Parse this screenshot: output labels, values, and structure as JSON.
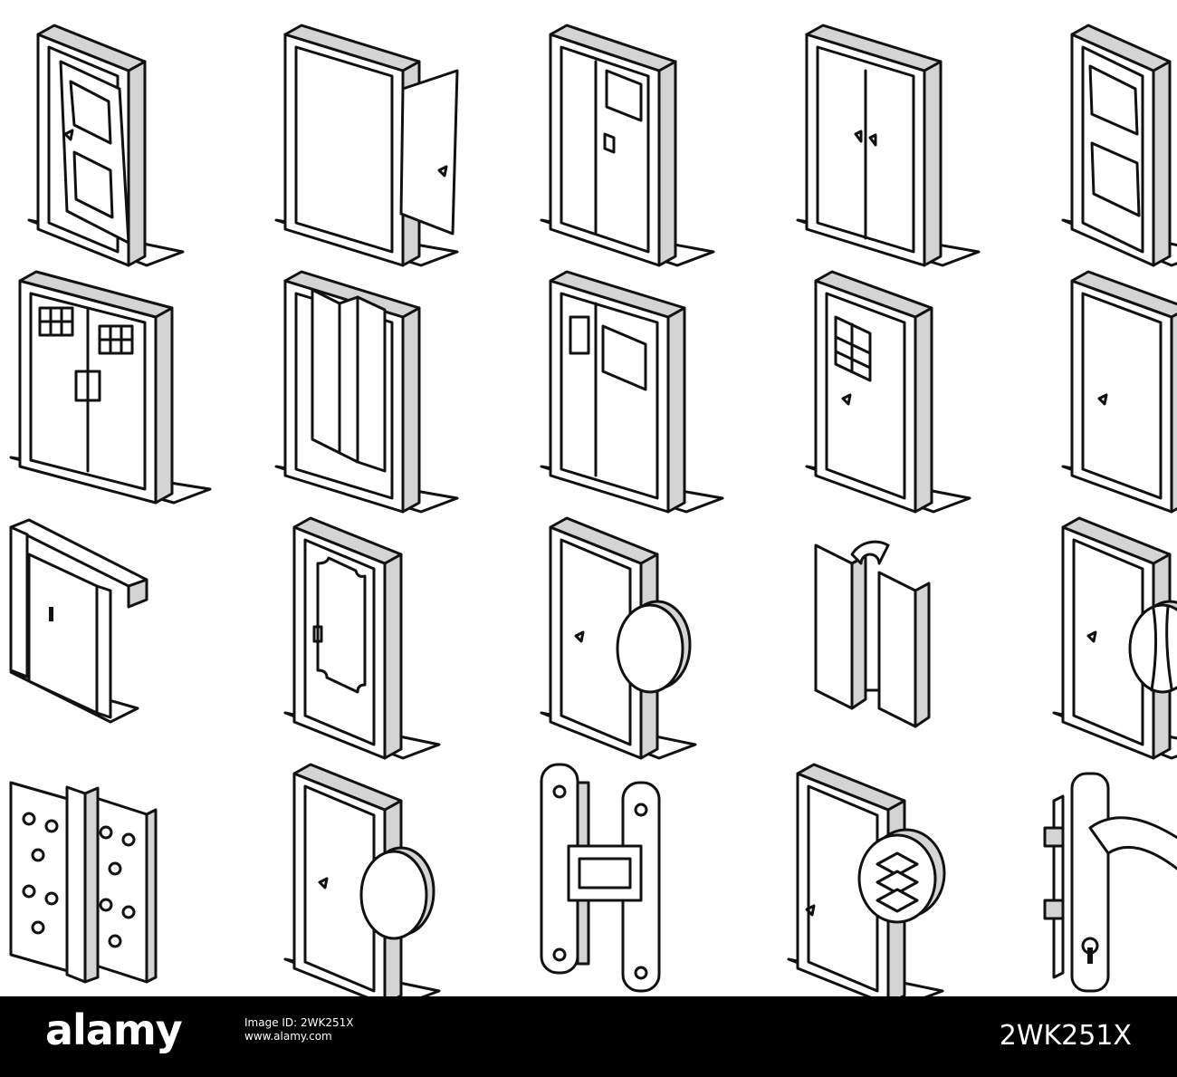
{
  "colors": {
    "background": "#ffffff",
    "line": "#111111",
    "side_fill": "#d4d4d4",
    "footer": "#000000",
    "footer_text": "#ffffff"
  },
  "icons": [
    {
      "name": "open-panel-door-icon"
    },
    {
      "name": "open-flat-door-icon"
    },
    {
      "name": "door-with-window-icon"
    },
    {
      "name": "double-door-icon"
    },
    {
      "name": "classic-panel-door-icon"
    },
    {
      "name": "double-door-grilled-windows-icon"
    },
    {
      "name": "folding-door-icon"
    },
    {
      "name": "double-door-two-windows-icon"
    },
    {
      "name": "door-with-shelf-window-icon"
    },
    {
      "name": "plain-door-icon"
    },
    {
      "name": "sliding-door-icon"
    },
    {
      "name": "ornamental-door-icon"
    },
    {
      "name": "door-with-blank-badge-icon"
    },
    {
      "name": "automatic-sliding-door-icon"
    },
    {
      "name": "door-with-wood-grain-badge-icon"
    },
    {
      "name": "door-hinge-icon"
    },
    {
      "name": "door-with-blank-badge-2-icon"
    },
    {
      "name": "concealed-hinge-icon"
    },
    {
      "name": "door-with-layers-badge-icon"
    },
    {
      "name": "door-handle-lock-icon"
    }
  ],
  "footer": {
    "logo": "alamy",
    "image_id": "2WK251X",
    "meta_line1": "Image ID: 2WK251X",
    "meta_line2": "www.alamy.com"
  }
}
